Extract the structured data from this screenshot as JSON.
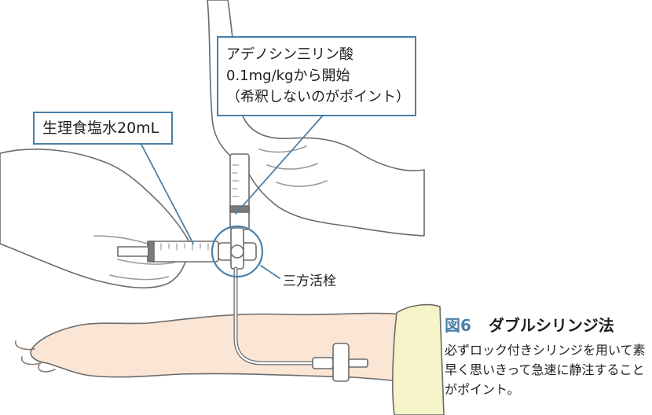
{
  "callouts": {
    "saline": "生理食塩水20mL",
    "adenosine_lines": [
      "アデノシン三リン酸",
      "0.1mg/kgから開始",
      "（希釈しないのがポイント）"
    ],
    "stopcock": "三方活栓"
  },
  "caption": {
    "figure_number": "図6",
    "title": "ダブルシリンジ法",
    "body": "必ずロック付きシリンジを用いて素早く思いきって急速に静注することがポイント。"
  },
  "colors": {
    "accent": "#4a7fa8",
    "skin": "#fbe6d6",
    "glove": "#ffffff",
    "outline": "#6b6b6b",
    "sleeve": "#f5f3c8"
  }
}
